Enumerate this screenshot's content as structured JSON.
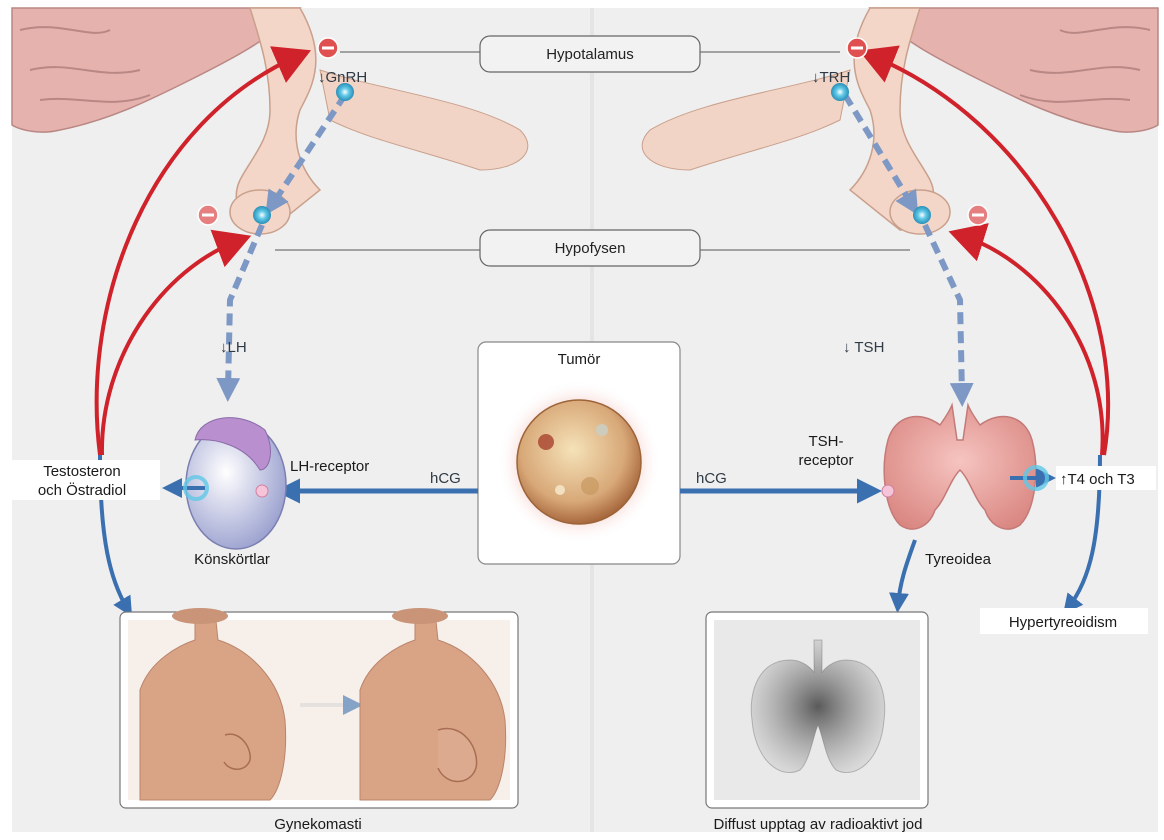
{
  "labels": {
    "hypotalamus": "Hypotalamus",
    "hypofysen": "Hypofysen",
    "gnrh": "↓GnRH",
    "trh": "↓TRH",
    "lh": "↓LH",
    "tsh": "↓ TSH",
    "tumor": "Tumör",
    "hcg_left": "hCG",
    "hcg_right": "hCG",
    "lh_receptor": "LH-receptor",
    "tsh_receptor_1": "TSH-",
    "tsh_receptor_2": "receptor",
    "testosteron_1": "Testosteron",
    "testosteron_2": "och Östradiol",
    "konskortlar": "Könskörtlar",
    "tyreoidea": "Tyreoidea",
    "t4_t3": "↑T4 och T3",
    "hypertyreoidism": "Hypertyreoidism",
    "gynekomasti": "Gynekomasti",
    "diffust": "Diffust upptag av radioaktivt jod"
  },
  "colors": {
    "inhibition_arrow": "#d0222a",
    "flow_arrow": "#3a6fb0",
    "dashed_arrow": "#7d98c4",
    "brain_tissue": "#e8b4b0",
    "tumor_glow": "#e06a5a",
    "thyroid": "#e89a9a"
  }
}
